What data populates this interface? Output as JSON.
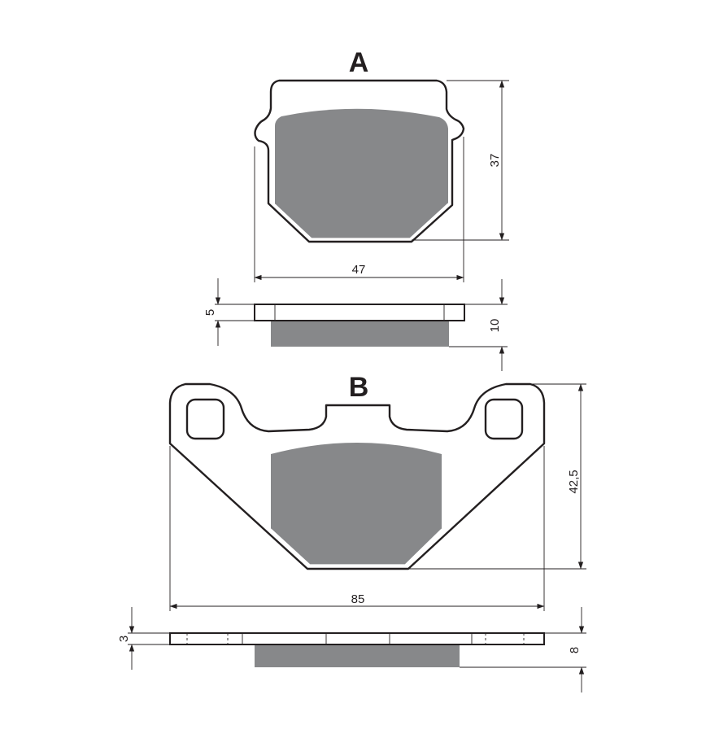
{
  "colors": {
    "line": "#231f20",
    "pad": "#87888a",
    "background": "#ffffff"
  },
  "pad_a": {
    "label": "A",
    "width": "47",
    "height": "37",
    "plate_thickness": "5",
    "total_thickness": "10"
  },
  "pad_b": {
    "label": "B",
    "width": "85",
    "height": "42,5",
    "plate_thickness": "3",
    "total_thickness": "8"
  }
}
